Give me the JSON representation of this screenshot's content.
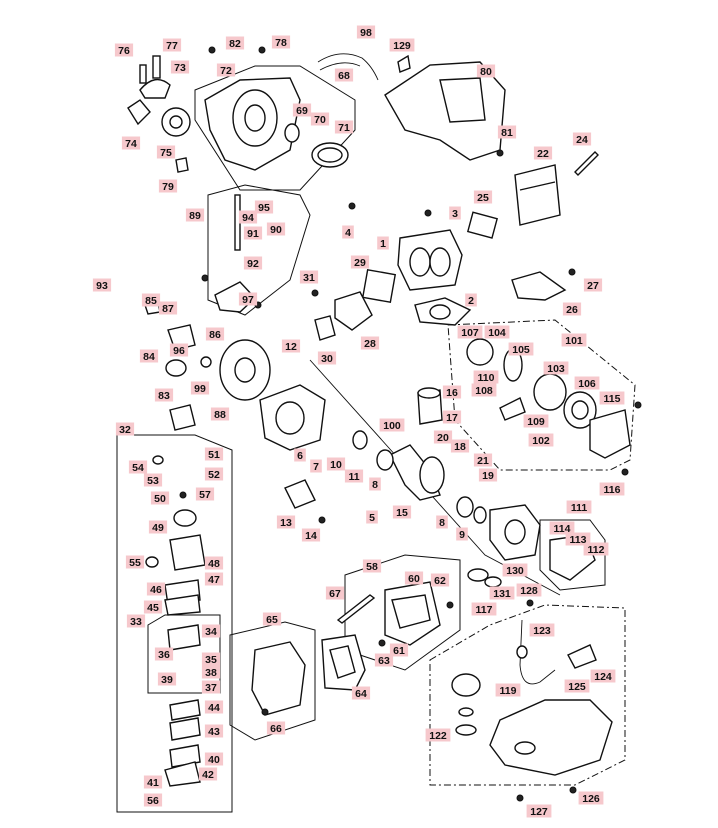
{
  "callouts": [
    "1",
    "2",
    "3",
    "4",
    "5",
    "6",
    "7",
    "8",
    "8",
    "9",
    "10",
    "11",
    "12",
    "13",
    "14",
    "15",
    "16",
    "17",
    "18",
    "19",
    "20",
    "21",
    "22",
    "24",
    "25",
    "26",
    "27",
    "28",
    "29",
    "30",
    "31",
    "32",
    "33",
    "34",
    "35",
    "36",
    "37",
    "38",
    "39",
    "40",
    "41",
    "42",
    "43",
    "44",
    "45",
    "46",
    "47",
    "48",
    "49",
    "50",
    "51",
    "52",
    "53",
    "54",
    "55",
    "56",
    "57",
    "58",
    "60",
    "61",
    "62",
    "63",
    "64",
    "65",
    "66",
    "67",
    "68",
    "69",
    "70",
    "71",
    "72",
    "73",
    "74",
    "75",
    "76",
    "77",
    "78",
    "79",
    "80",
    "81",
    "82",
    "83",
    "84",
    "85",
    "86",
    "87",
    "88",
    "89",
    "90",
    "91",
    "92",
    "93",
    "94",
    "95",
    "96",
    "97",
    "98",
    "99",
    "100",
    "101",
    "102",
    "103",
    "104",
    "105",
    "106",
    "107",
    "108",
    "109",
    "110",
    "111",
    "112",
    "113",
    "114",
    "115",
    "116",
    "117",
    "119",
    "122",
    "123",
    "124",
    "125",
    "126",
    "127",
    "128",
    "129",
    "130",
    "131"
  ]
}
